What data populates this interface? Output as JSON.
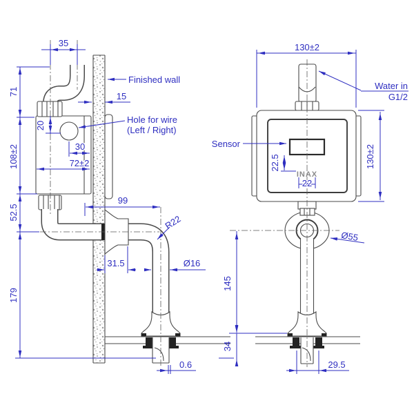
{
  "left_view": {
    "labels": {
      "finished_wall": "Finished wall",
      "hole_for_wire_1": "Hole for wire",
      "hole_for_wire_2": "(Left / Right)"
    },
    "dims": {
      "inlet_offset": "35",
      "inlet_height": "71",
      "body_height": "108±2",
      "outlet_drop": "52.5",
      "spout_height": "179",
      "wall_thickness": "15",
      "hole_from_top": "20",
      "hole_from_wall": "30",
      "body_width": "72±2",
      "spout_reach": "99",
      "spout_bend_radius": "R22",
      "wall_clearance": "31.5",
      "spout_pipe_dia": "Ø16",
      "tip_gap": "0.6"
    }
  },
  "front_view": {
    "labels": {
      "water_in": "Water in",
      "inlet_thread": "G1/2",
      "sensor": "Sensor",
      "brand": "INAX"
    },
    "dims": {
      "body_width": "130±2",
      "body_height": "130±2",
      "sensor_offset": "22.5",
      "logo_width": "22",
      "escutcheon_dia": "Ø55",
      "pipe_drop": "145",
      "counter_thickness": "34",
      "shank_width": "29.5"
    }
  },
  "colors": {
    "dimension_blue": "#2e2ec0",
    "drawing_gray": "#4a4a4a",
    "brand_gray": "#8a8a8a",
    "background": "#ffffff"
  }
}
